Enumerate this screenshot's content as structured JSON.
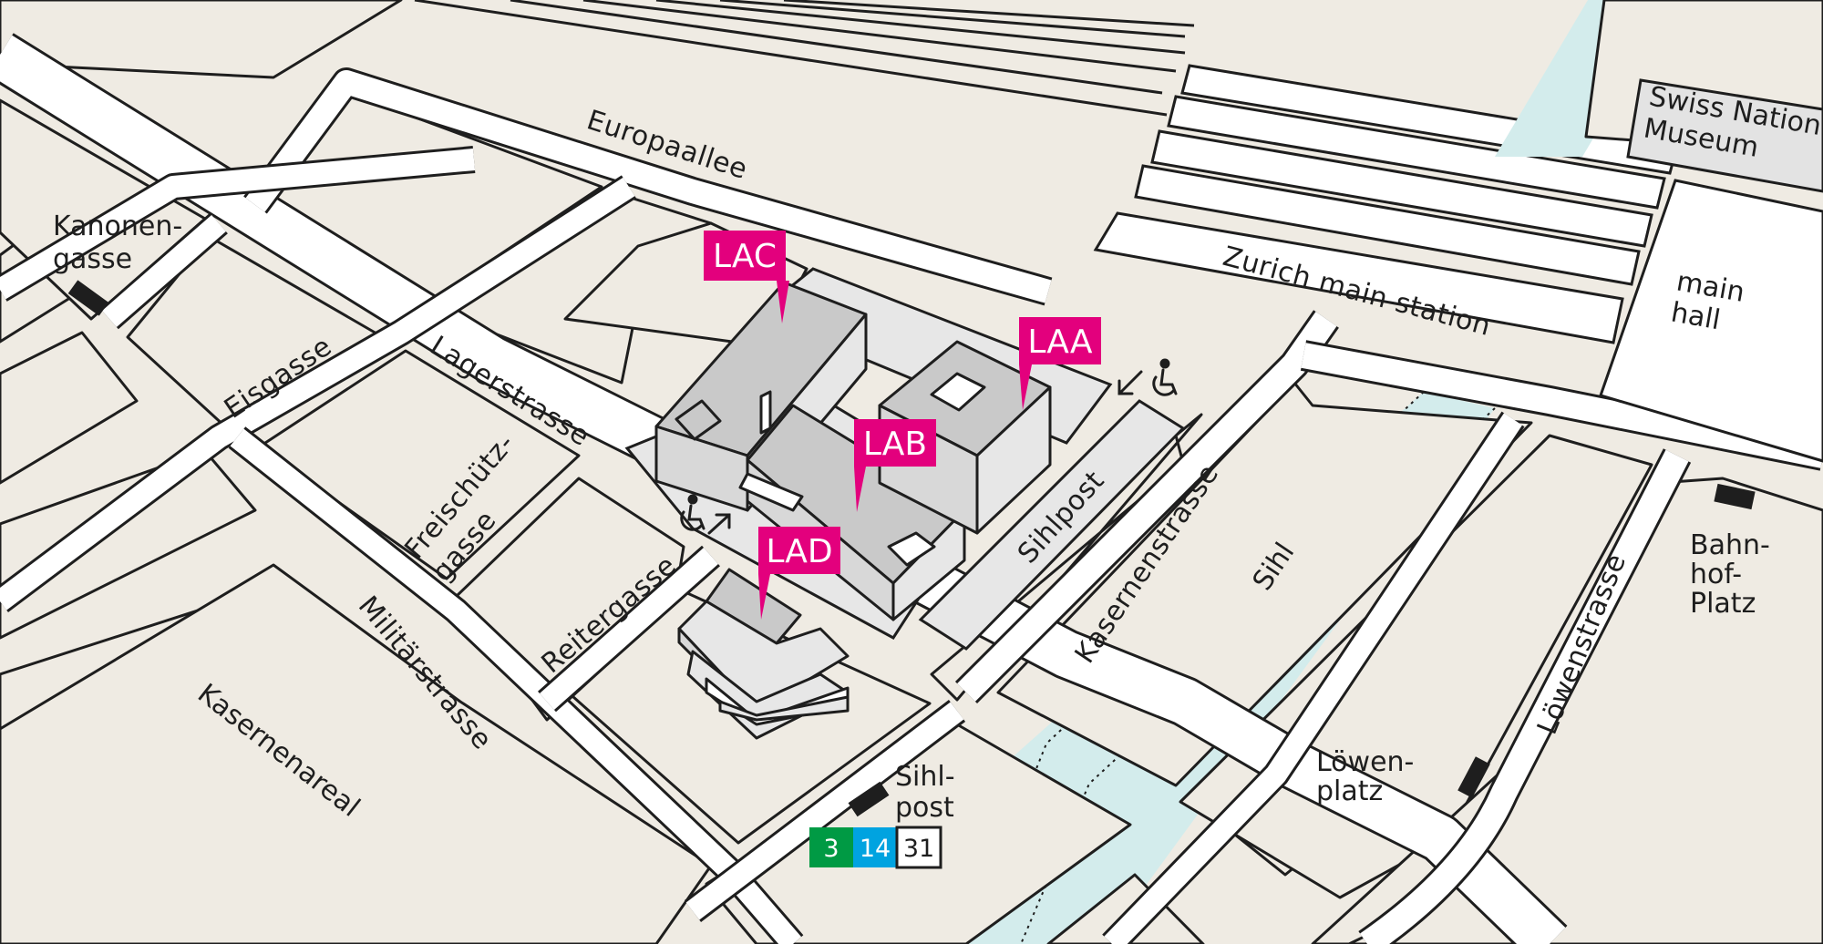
{
  "colors": {
    "ground": "#efebe3",
    "road": "#ffffff",
    "outline": "#1e1e1e",
    "river": "#d3ecec",
    "building": "#c9c9c9",
    "building_light": "#e7e7e7",
    "tag": "#e3007d",
    "tram_3": "#009a44",
    "tram_14": "#00a3e0",
    "tram_31": "#ffffff"
  },
  "streets": {
    "europaallee": "Europaallee",
    "lagerstrasse": "Lagerstrasse",
    "eisgasse": "Eisgasse",
    "freischuetzgasse_1": "Freischütz-",
    "freischuetzgasse_2": "gasse",
    "reitergasse": "Reitergasse",
    "militaerstrasse": "Militärstrasse",
    "kasernenstrasse": "Kasernenstrasse",
    "loewenstrasse": "Löwenstrasse",
    "sihlpost_street": "Sihlpost",
    "zurich_main_station": "Zurich main station"
  },
  "places": {
    "kanonengasse_1": "Kanonen-",
    "kanonengasse_2": "gasse",
    "swiss_museum_1": "Swiss National",
    "swiss_museum_2": "Museum",
    "main_hall_1": "main",
    "main_hall_2": "hall",
    "bahnhofplatz_1": "Bahn-",
    "bahnhofplatz_2": "hof-",
    "bahnhofplatz_3": "Platz",
    "loewenplatz_1": "Löwen-",
    "loewenplatz_2": "platz",
    "kasernenareal": "Kasernenareal",
    "sihl": "Sihl",
    "sihlpost_stop_1": "Sihl-",
    "sihlpost_stop_2": "post"
  },
  "buildings": {
    "lac": "LAC",
    "lab": "LAB",
    "laa": "LAA",
    "lad": "LAD"
  },
  "icons": {
    "accessible_entrance": "wheelchair-icon",
    "entrance_direction": "arrow-icon",
    "stop_marker": "tram-stop-icon"
  },
  "tram_lines": [
    "3",
    "14",
    "31"
  ]
}
